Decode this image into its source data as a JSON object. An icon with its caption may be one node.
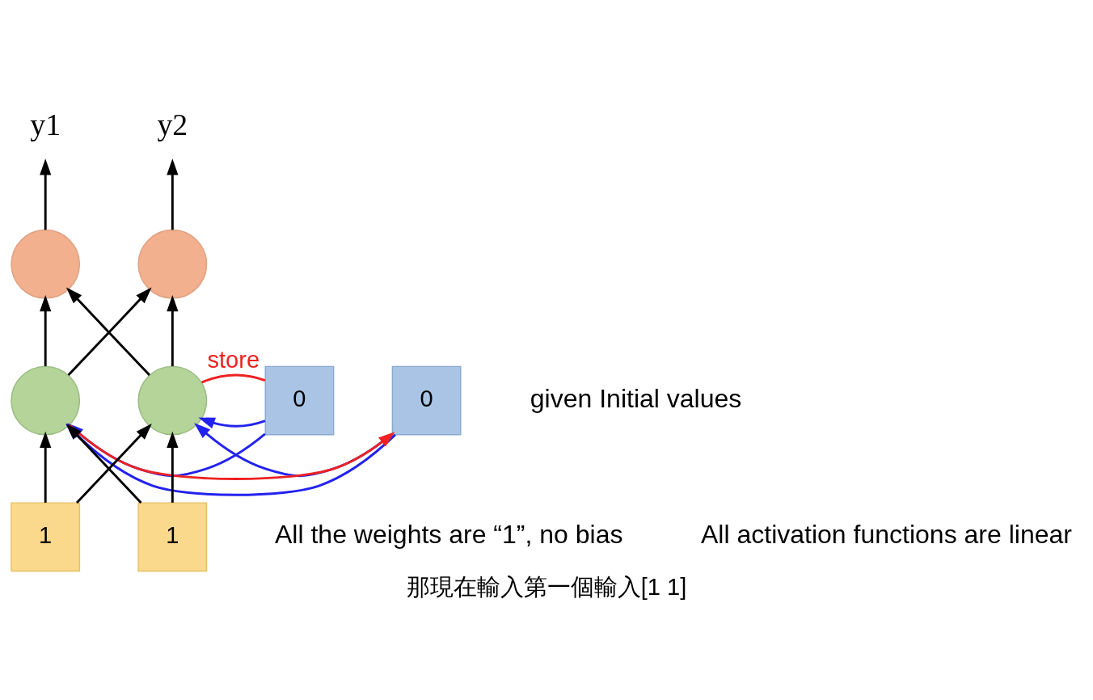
{
  "diagram": {
    "caption": "那現在輸入第一個輸入[1 1]",
    "nodes": [
      {
        "text": [
          "y1"
        ]
      },
      {
        "text": [
          "y2"
        ]
      },
      {
        "text": [],
        "shape": "circle"
      },
      {
        "text": [],
        "shape": "circle"
      },
      {
        "text": [
          "0"
        ]
      },
      {
        "text": [
          "0"
        ]
      },
      {
        "text": [],
        "shape": "circle"
      },
      {
        "text": [],
        "shape": "circle"
      },
      {
        "text": [
          "1"
        ]
      },
      {
        "text": [
          "1"
        ]
      }
    ],
    "edges": [
      {
        "from": 2,
        "to": 0,
        "arrow": "to"
      },
      {
        "from": 3,
        "to": 1,
        "arrow": "to"
      },
      {
        "from": 6,
        "to": 2,
        "arrow": "to"
      },
      {
        "from": 6,
        "to": 3,
        "arrow": "to"
      },
      {
        "from": 7,
        "to": 2,
        "arrow": "to"
      },
      {
        "from": 7,
        "to": 3,
        "arrow": "to"
      },
      {
        "from": 7,
        "to": 4,
        "arrow": "none",
        "label": "store",
        "color": "#ee2222"
      },
      {
        "from": 6,
        "to": 5,
        "arrow": "to",
        "color": "#ee2222"
      },
      {
        "from": 4,
        "to": 6,
        "arrow": "to",
        "color": "#2222ee"
      },
      {
        "from": 4,
        "to": 7,
        "arrow": "to",
        "color": "#2222ee"
      },
      {
        "from": 5,
        "to": 6,
        "arrow": "to",
        "color": "#2222ee"
      },
      {
        "from": 5,
        "to": 7,
        "arrow": "to",
        "color": "#2222ee"
      },
      {
        "from": 8,
        "to": 6,
        "arrow": "to"
      },
      {
        "from": 8,
        "to": 7,
        "arrow": "to"
      },
      {
        "from": 9,
        "to": 6,
        "arrow": "to"
      },
      {
        "from": 9,
        "to": 7,
        "arrow": "to"
      }
    ],
    "labels": [
      "given Initial values",
      "All the weights are “1”, no bias",
      "All activation functions are linear"
    ]
  }
}
